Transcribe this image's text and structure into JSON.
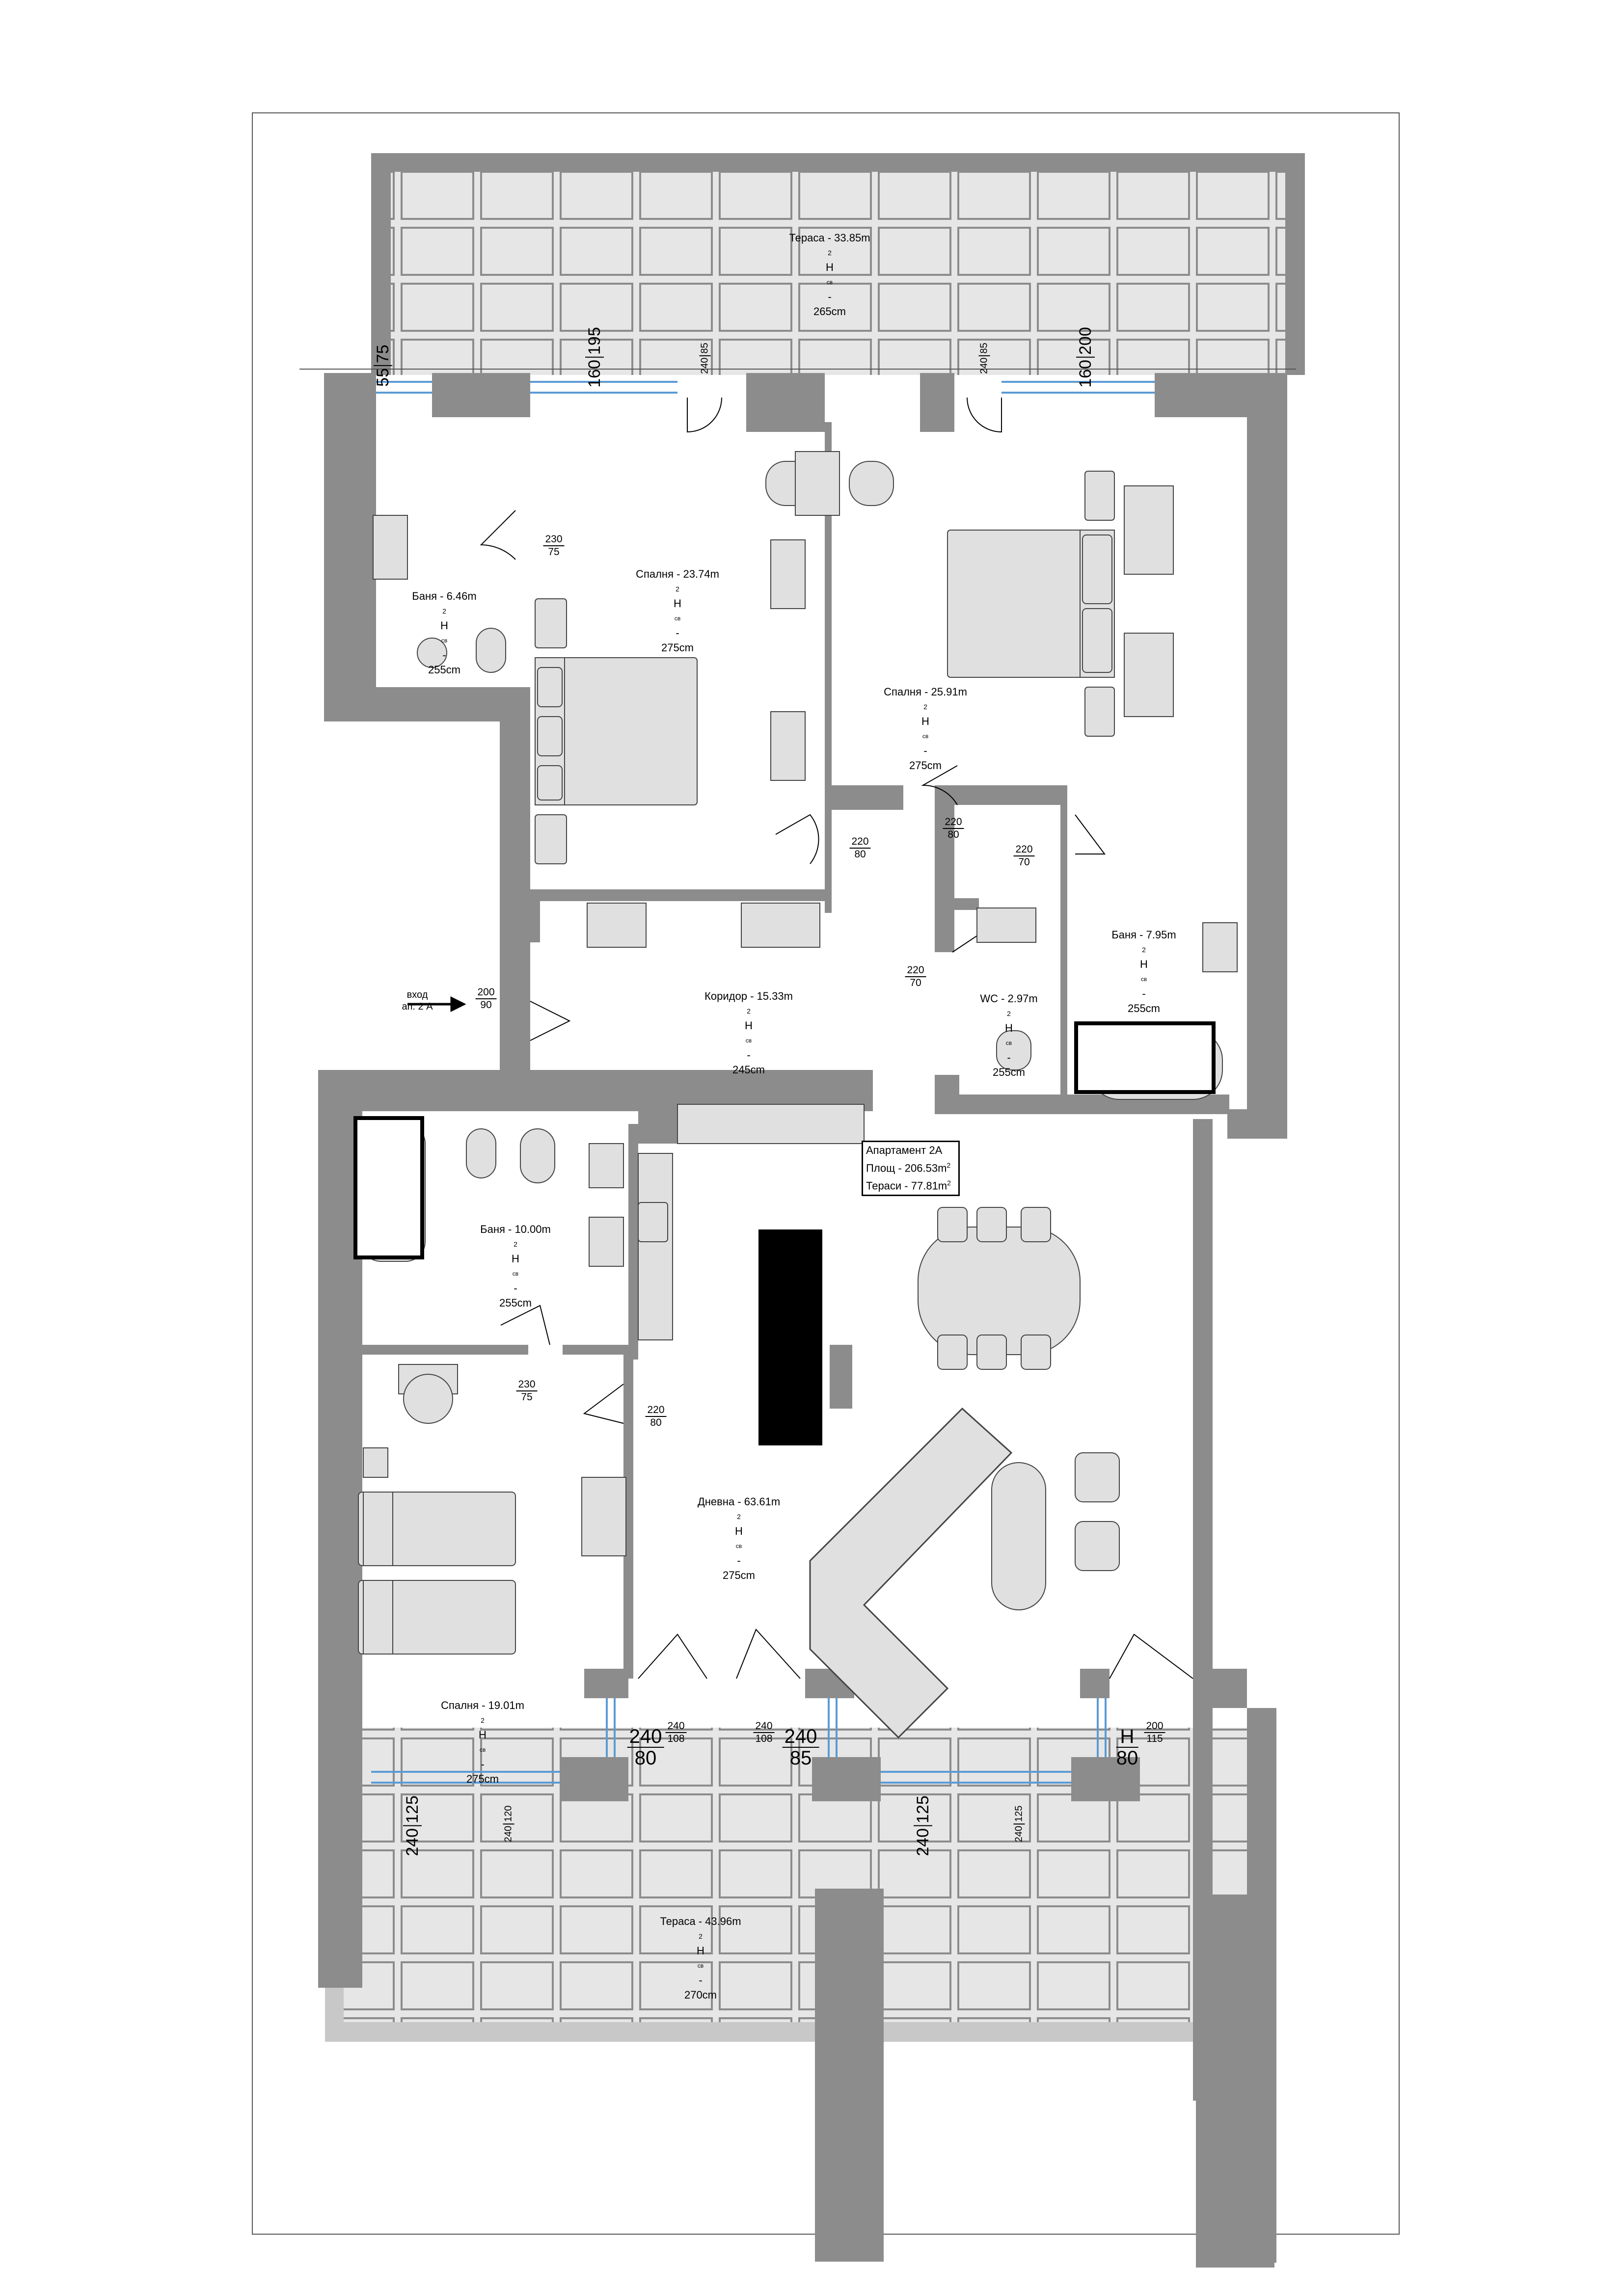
{
  "apartment": {
    "title": "Апартамент 2А",
    "area_line": "Площ - 206.53m",
    "terraces_line": "Тераси - 77.81m"
  },
  "rooms": [
    {
      "id": "terrace_top",
      "name": "Тераса - 33.85m",
      "height": "265cm"
    },
    {
      "id": "bath_1",
      "name": "Баня - 6.46m",
      "height": "255cm"
    },
    {
      "id": "bedroom_1",
      "name": "Спалня - 23.74m",
      "height": "275cm"
    },
    {
      "id": "bedroom_2",
      "name": "Спалня - 25.91m",
      "height": "275cm"
    },
    {
      "id": "bath_2",
      "name": "Баня - 7.95m",
      "height": "255cm"
    },
    {
      "id": "wc",
      "name": "WC - 2.97m",
      "height": "255cm"
    },
    {
      "id": "corridor",
      "name": "Коридор - 15.33m",
      "height": "245cm"
    },
    {
      "id": "bath_3",
      "name": "Баня - 10.00m",
      "height": "255cm"
    },
    {
      "id": "living",
      "name": "Дневна - 63.61m",
      "height": "275cm"
    },
    {
      "id": "bedroom_3",
      "name": "Спалня - 19.01m",
      "height": "275cm"
    },
    {
      "id": "terrace_bottom",
      "name": "Тераса - 43.96m",
      "height": "270cm"
    }
  ],
  "height_prefix": "H",
  "height_sub": "св",
  "height_sep": " - ",
  "area_unit_sup": "2",
  "entrance": {
    "label": "вход",
    "apt": "ап. 2 А"
  },
  "door_dims": [
    {
      "top": "240",
      "bottom": "85"
    },
    {
      "top": "240",
      "bottom": "85"
    },
    {
      "top": "230",
      "bottom": "75"
    },
    {
      "top": "220",
      "bottom": "80"
    },
    {
      "top": "220",
      "bottom": "80"
    },
    {
      "top": "220",
      "bottom": "70"
    },
    {
      "top": "220",
      "bottom": "70"
    },
    {
      "top": "200",
      "bottom": "90"
    },
    {
      "top": "230",
      "bottom": "75"
    },
    {
      "top": "220",
      "bottom": "80"
    },
    {
      "top": "240",
      "bottom": "108"
    },
    {
      "top": "240",
      "bottom": "108"
    },
    {
      "top": "200",
      "bottom": "115"
    },
    {
      "top": "240",
      "bottom": "120"
    },
    {
      "top": "240",
      "bottom": "125"
    }
  ],
  "window_dims": [
    {
      "top": "55",
      "bottom": "75"
    },
    {
      "top": "160",
      "bottom": "195"
    },
    {
      "top": "160",
      "bottom": "200"
    },
    {
      "top": "240",
      "bottom": "125"
    },
    {
      "top": "240",
      "bottom": "125"
    }
  ],
  "window_dims_h": [
    {
      "top": "240",
      "bottom": "80"
    },
    {
      "top": "240",
      "bottom": "85"
    },
    {
      "top": "H",
      "bottom": "80"
    }
  ],
  "colors": {
    "wall": "#8c8c8c",
    "terrace_fill": "#e6e6e6",
    "terrace_line": "#8c8c8c",
    "furniture": "#e0e0e0",
    "window": "#5b9bd5"
  }
}
